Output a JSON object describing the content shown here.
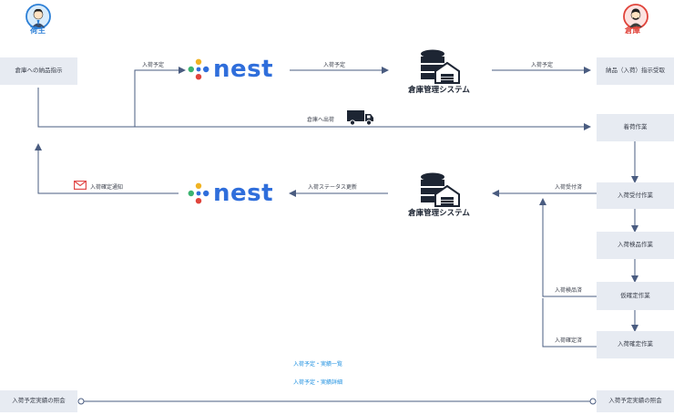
{
  "roles": {
    "left": "荷主",
    "right": "倉庫"
  },
  "boxes": {
    "shipper_instruction": "倉庫への納品指示",
    "receive_instruction": "納品（入荷）指示受取",
    "unloading": "着荷作業",
    "receipt": "入荷受付作業",
    "inspection": "入荷検品作業",
    "provisional": "仮確定作業",
    "confirm": "入荷確定作業",
    "inquiry_left": "入荷予定実績の照会",
    "inquiry_right": "入荷予定実績の照会"
  },
  "labels": {
    "plan1": "入荷予定",
    "plan2": "入荷予定",
    "plan3": "入荷予定",
    "ship": "倉庫へ出荷",
    "status_update": "入荷ステータス更新",
    "confirm_notice": "入荷確定通知",
    "received": "入荷受付済",
    "inspected": "入荷検品済",
    "confirmed": "入荷確定済"
  },
  "links": {
    "list": "入荷予定・実績一覧",
    "detail": "入荷予定・実績詳細"
  },
  "logos": {
    "nest": "nest",
    "wms": "倉庫管理システム"
  },
  "colors": {
    "arrow": "#4a5c80",
    "box": "#e7ebf2",
    "brand_blue": "#2f6edb",
    "link": "#1c8fe0",
    "role_blue": "#2c7fd6",
    "role_red": "#e0443b",
    "mail": "#e14b4b"
  },
  "icons": [
    "shipper-avatar-icon",
    "warehouse-avatar-icon",
    "truck-icon",
    "mail-icon",
    "database-icon",
    "warehouse-icon"
  ]
}
